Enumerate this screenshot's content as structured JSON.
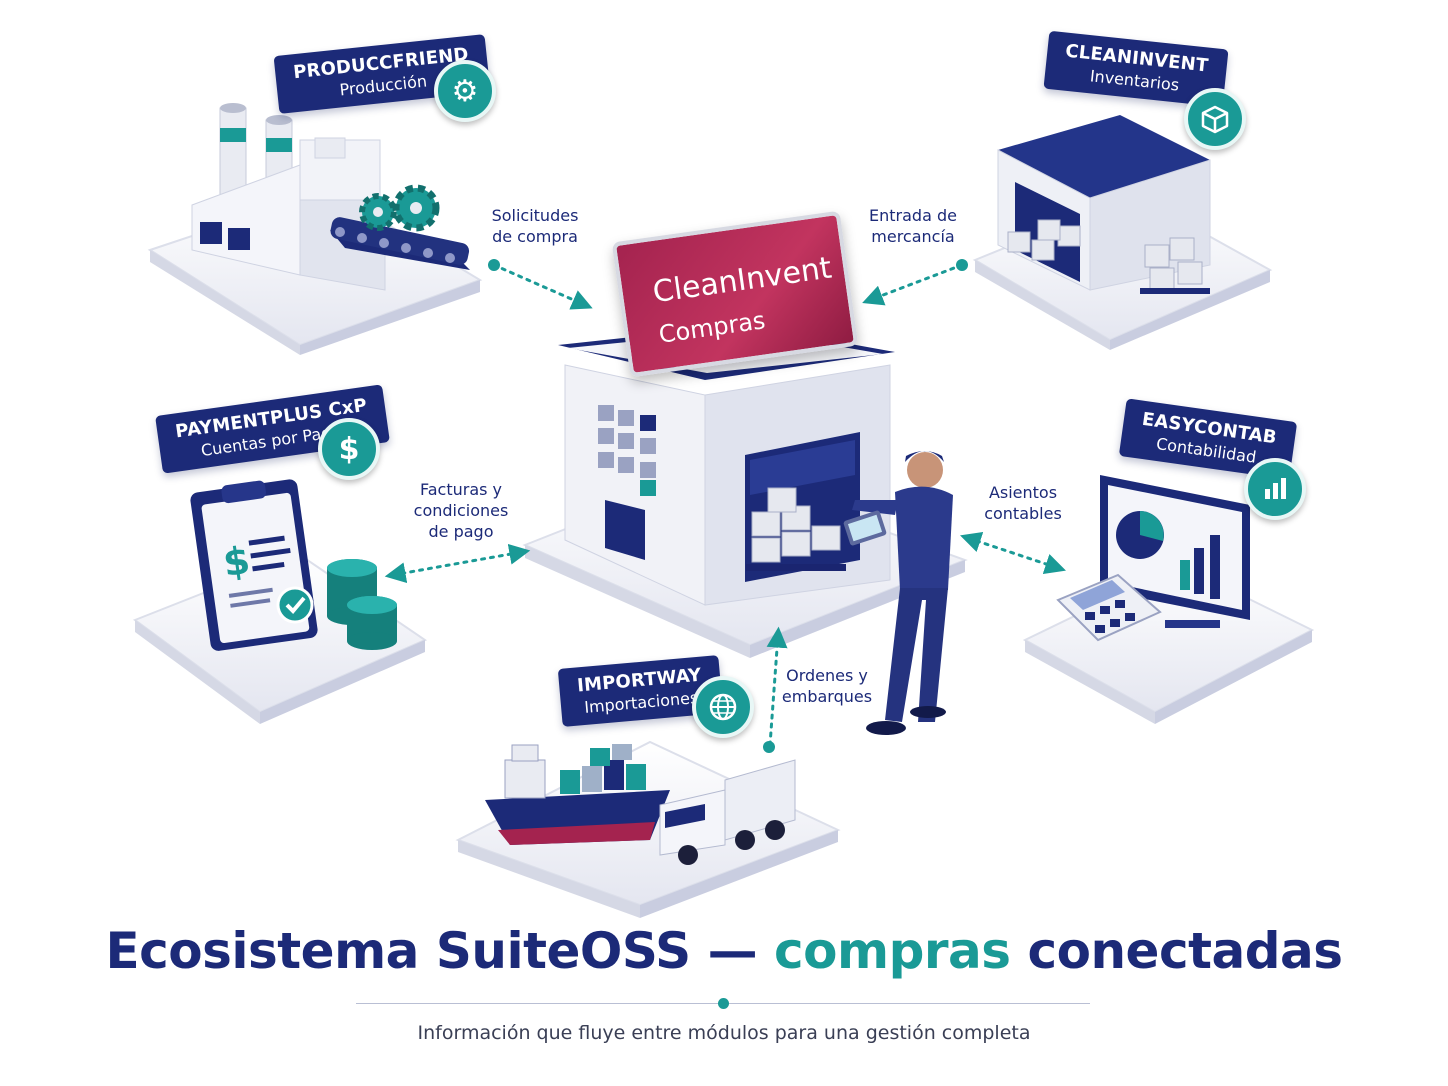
{
  "center": {
    "brand": "CleanInvent",
    "module": "Compras"
  },
  "modules": {
    "produccion": {
      "brand": "PRODUCCFRIEND",
      "module": "Producción",
      "icon": "gear-icon"
    },
    "inventarios": {
      "brand": "CLEANINVENT",
      "module": "Inventarios",
      "icon": "box-icon"
    },
    "cxp": {
      "brand": "PAYMENTPLUS CxP",
      "module": "Cuentas por Pagar",
      "icon": "dollar-icon",
      "icon_glyph": "$"
    },
    "contabilidad": {
      "brand": "EASYCONTAB",
      "module": "Contabilidad",
      "icon": "bar-chart-icon"
    },
    "importaciones": {
      "brand": "IMPORTWAY",
      "module": "Importaciones",
      "icon": "globe-icon"
    }
  },
  "flows": {
    "solicitudes": {
      "line1": "Solicitudes",
      "line2": "de compra"
    },
    "entrada": {
      "line1": "Entrada de",
      "line2": "mercancía"
    },
    "facturas": {
      "line1": "Facturas y",
      "line2": "condiciones",
      "line3": "de pago"
    },
    "asientos": {
      "line1": "Asientos",
      "line2": "contables"
    },
    "ordenes": {
      "line1": "Ordenes y",
      "line2": "embarques"
    }
  },
  "title": {
    "main": "Ecosistema SuiteOSS — ",
    "accent": "compras",
    "end": " conectadas"
  },
  "subtitle": "Información que fluye entre módulos para una gestión completa",
  "colors": {
    "navy": "#1c2a78",
    "teal": "#1a9a96",
    "crimson": "#b02a55",
    "platform": "#f3f4f9"
  }
}
